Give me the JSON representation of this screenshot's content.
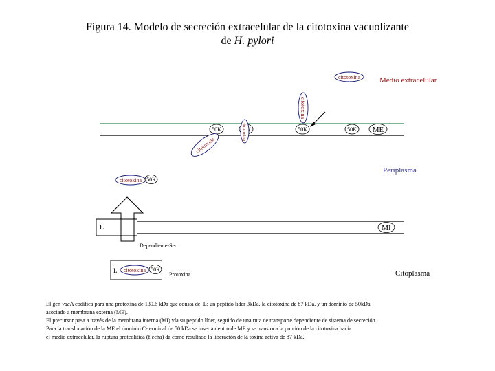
{
  "title": {
    "line1": "Figura 14. Modelo de secreción extracelular de la citotoxina vacuolizante",
    "line2_prefix": "de ",
    "line2_species": "H. pylori"
  },
  "regions": {
    "extracellular": "Medio extracelular",
    "periplasm": "Periplasma",
    "cytoplasm": "Citoplasma"
  },
  "membranes": {
    "outer": "ME",
    "inner": "MI"
  },
  "labels": {
    "domain_50k": "50K",
    "cytotoxin": "citotoxina",
    "leader": "L",
    "protoxin": "Protoxina",
    "sec_dependent": "Dependiente-Sec"
  },
  "caption": {
    "line1_a": "El gen ",
    "line1_gene": "vac",
    "line1_b": "A codifica para una protoxina de 139.6 kDa que consta de: L; un peptido líder 3kDa. la citotoxina de 87 kDa. y un dominio de 50kDa",
    "line2": "asociado a membrana externa (ME).",
    "line3": "El precursor pasa a través de la membrana interna (MI) vía su peptido líder, seguido de una ruta de transporte dependiente de sistema de secreción.",
    "line4": "Para la translocación de la ME el dominio C-terminal de 50 kDa se inserta dentro de ME y se transloca la porción de la citotoxina hacia",
    "line5": "el medio extracelular, la ruptura proteolítica (flecha) da como resultado la liberación de la toxina activa de 87 kDa."
  },
  "colors": {
    "membrane_outer_top": "#2e8b57",
    "membrane_line": "#000000",
    "extracellular_text": "#a01010",
    "periplasm_text": "#303090",
    "cytotoxin_outline": "#1a1a7a",
    "cytotoxin_text": "#8b1a1a"
  }
}
